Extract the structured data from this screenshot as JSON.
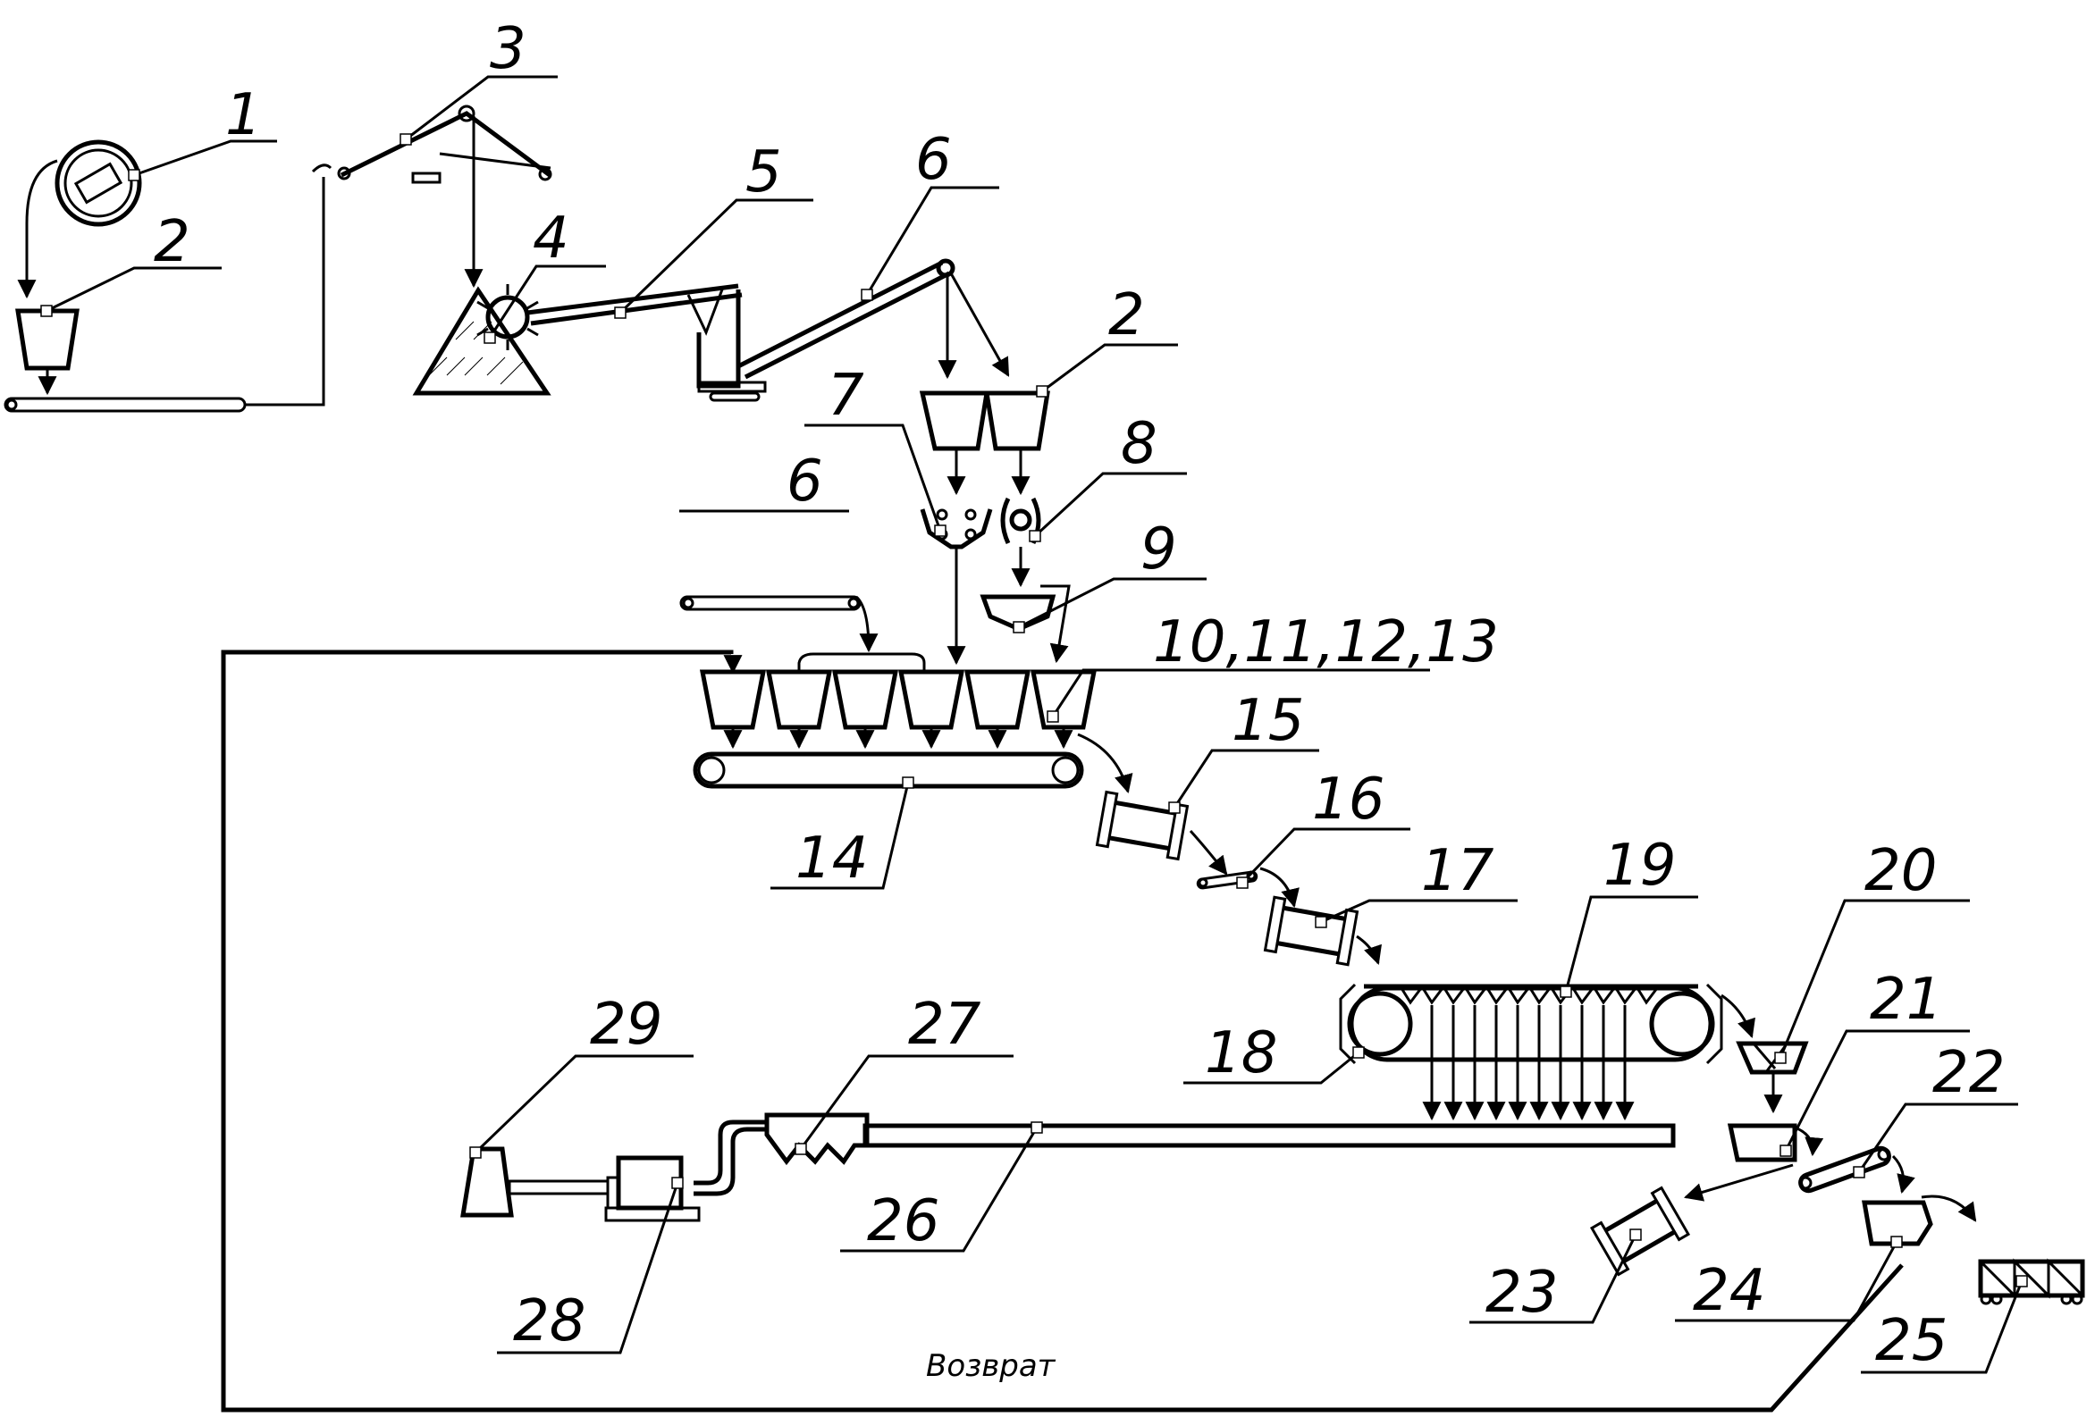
{
  "labels": {
    "n1": "1",
    "n2a": "2",
    "n3": "3",
    "n4": "4",
    "n5": "5",
    "n6a": "6",
    "n2b": "2",
    "n7": "7",
    "n8": "8",
    "n6b": "6",
    "n9": "9",
    "n10_13": "10,11,12,13",
    "n14": "14",
    "n15": "15",
    "n16": "16",
    "n17": "17",
    "n18": "18",
    "n19": "19",
    "n20": "20",
    "n21": "21",
    "n22": "22",
    "n23": "23",
    "n24": "24",
    "n25": "25",
    "n26": "26",
    "n27": "27",
    "n28": "28",
    "n29": "29"
  },
  "caption": "Возврат"
}
